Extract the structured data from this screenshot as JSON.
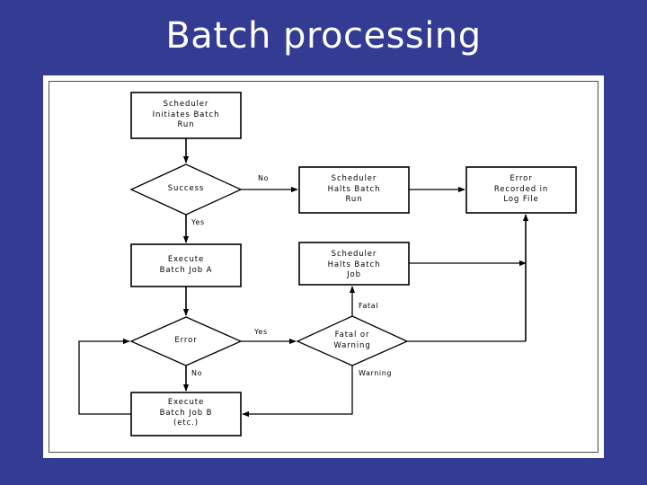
{
  "slide": {
    "title": "Batch processing",
    "background_color": "#333b93",
    "title_color": "#ffffff",
    "panel_background": "#ffffff"
  },
  "diagram": {
    "type": "flowchart",
    "stroke_color": "#000000",
    "nodes": [
      {
        "id": "scheduler-initiates",
        "shape": "process",
        "label": "Scheduler\nInitiates Batch\nRun"
      },
      {
        "id": "success",
        "shape": "decision",
        "label": "Success"
      },
      {
        "id": "scheduler-halts-run",
        "shape": "process",
        "label": "Scheduler\nHalts Batch\nRun"
      },
      {
        "id": "error-recorded",
        "shape": "process",
        "label": "Error\nRecorded in\nLog File"
      },
      {
        "id": "execute-job-a",
        "shape": "process",
        "label": "Execute\nBatch Job A"
      },
      {
        "id": "scheduler-halts-job",
        "shape": "process",
        "label": "Scheduler\nHalts Batch\nJob"
      },
      {
        "id": "error",
        "shape": "decision",
        "label": "Error"
      },
      {
        "id": "fatal-or-warning",
        "shape": "decision",
        "label": "Fatal or\nWarning"
      },
      {
        "id": "execute-job-b",
        "shape": "process",
        "label": "Execute\nBatch Job B\n(etc.)"
      }
    ],
    "edge_labels": [
      {
        "id": "success-no",
        "text": "No"
      },
      {
        "id": "success-yes",
        "text": "Yes"
      },
      {
        "id": "error-yes",
        "text": "Yes"
      },
      {
        "id": "error-no",
        "text": "No"
      },
      {
        "id": "fatal",
        "text": "Fatal"
      },
      {
        "id": "warning",
        "text": "Warning"
      }
    ]
  }
}
